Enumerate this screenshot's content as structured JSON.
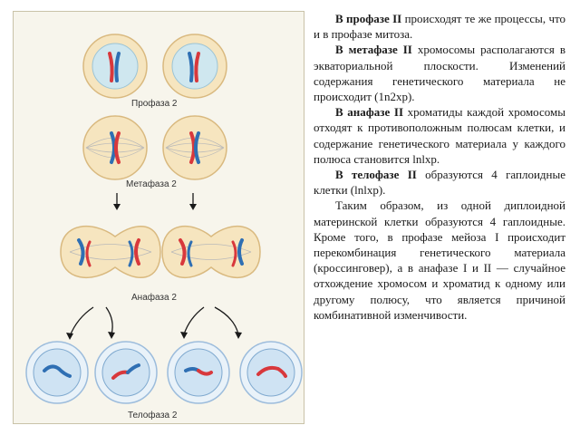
{
  "figure": {
    "labels": {
      "prophase": "Профаза 2",
      "metaphase": "Метафаза 2",
      "anaphase": "Анафаза 2",
      "telophase": "Телофаза 2"
    },
    "colors": {
      "cell_fill": "#f6e5bf",
      "cell_stroke": "#d9b97f",
      "spindle": "#b9b9b9",
      "chromosome_blue": "#2f6fb3",
      "chromosome_red": "#d8383c",
      "telo_fill": "#cfe3f3",
      "telo_stroke": "#7fa9cf",
      "arrow": "#1a1a1a"
    },
    "icons": [
      "arrow-down-icon",
      "curved-arrow-icon"
    ]
  },
  "text": {
    "p1_bold": "В профазе II",
    "p1_rest": " происходят те же процессы, что и в профазе митоза.",
    "p2_bold": "В метафазе II",
    "p2_rest": " хромосомы располагаются в экваториальной плоскости. Изменений содержания генетического материала не происходит (1n2хр).",
    "p3_bold": "В анафазе II",
    "p3_rest": " хроматиды каждой хромосомы отходят к противоположным полюсам клетки, и содержание генетического материала у каждого полюса становится lnlхр.",
    "p4_bold": "В телофазе II",
    "p4_rest": " образуются 4 гаплоидные клетки (lnlхр).",
    "p5": "Таким образом, из одной диплоидной материнской клетки образуются 4 гаплоидные. Кроме того, в профазе мейоза I происходит перекомбинация генетического материала (кроссинговер), а в анафазе I и II — случайное отхождение хромосом и хроматид к одному или другому полюсу, что является причиной комбинативной изменчивости."
  }
}
